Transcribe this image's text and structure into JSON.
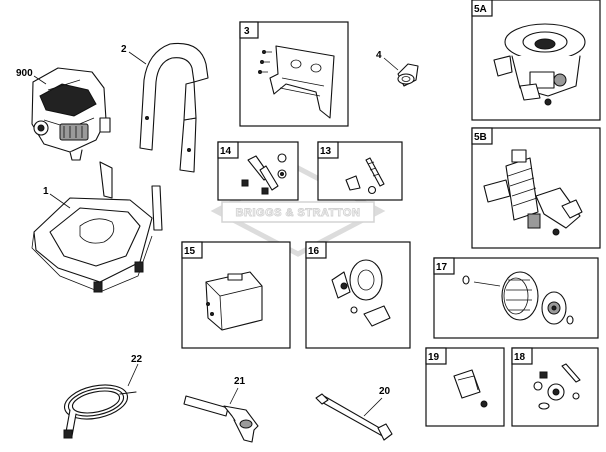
{
  "watermark": "BRIGGS & STRATTON",
  "callouts": {
    "engine": "900",
    "frame": "1",
    "handle": "2",
    "cap": "4",
    "hose": "22",
    "gun": "21",
    "wand": "20"
  },
  "boxes": {
    "bracket": "3",
    "pump_a": "5A",
    "pump_b": "5B",
    "bolts_a": "14",
    "bolts_b": "13",
    "cover": "15",
    "reel": "16",
    "wheels": "17",
    "clip": "19",
    "hardware": "18"
  }
}
